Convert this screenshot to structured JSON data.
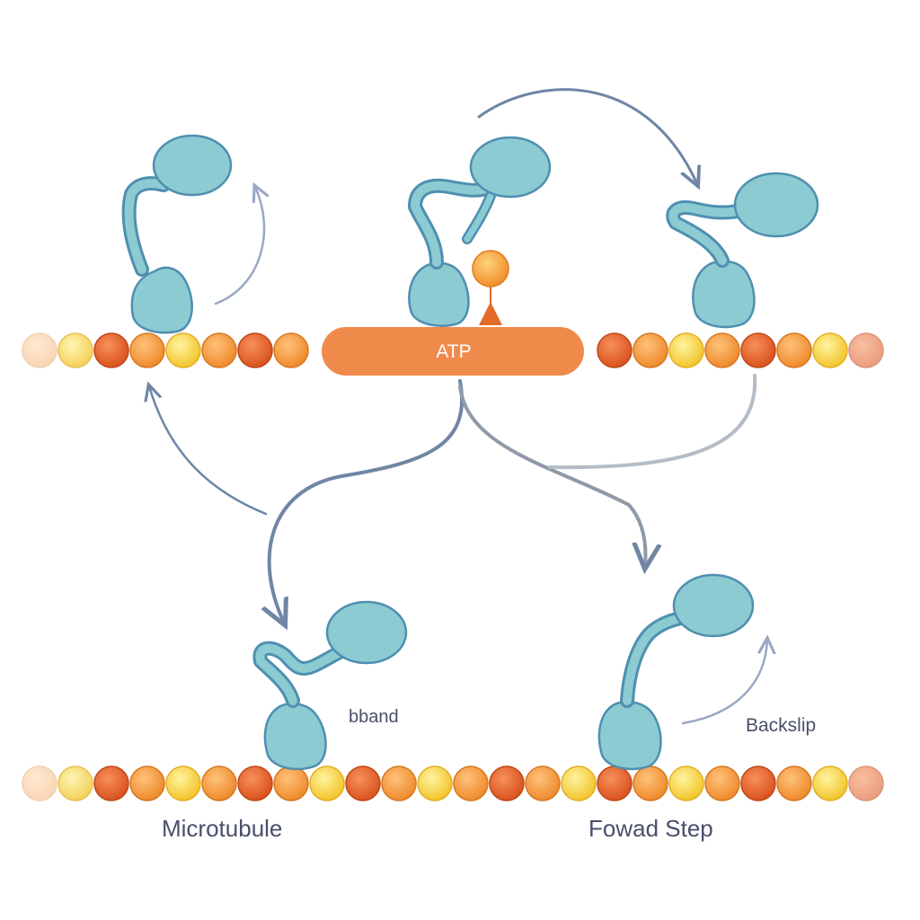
{
  "labels": {
    "atp": "ATP",
    "bound": "bband",
    "backslip": "Backslip",
    "microtubule": "Microtubule",
    "forward_step": "Fowad Step"
  },
  "colors": {
    "motor_fill": "#8ccbd2",
    "motor_stroke": "#4f8fb0",
    "atp_bar": "#f08a4b",
    "atp_ball": "#f5a531",
    "bead_yellow": "#f8cf3c",
    "bead_orange": "#f29a3c",
    "bead_red": "#e4622d",
    "arrow": "#6f86a5",
    "arrow_light": "#9aa7c6",
    "label_text": "#4a4f6a"
  },
  "icons": {
    "motor": "kinesin-motor-icon",
    "atp": "atp-molecule-icon",
    "arrow": "curved-arrow-icon"
  }
}
